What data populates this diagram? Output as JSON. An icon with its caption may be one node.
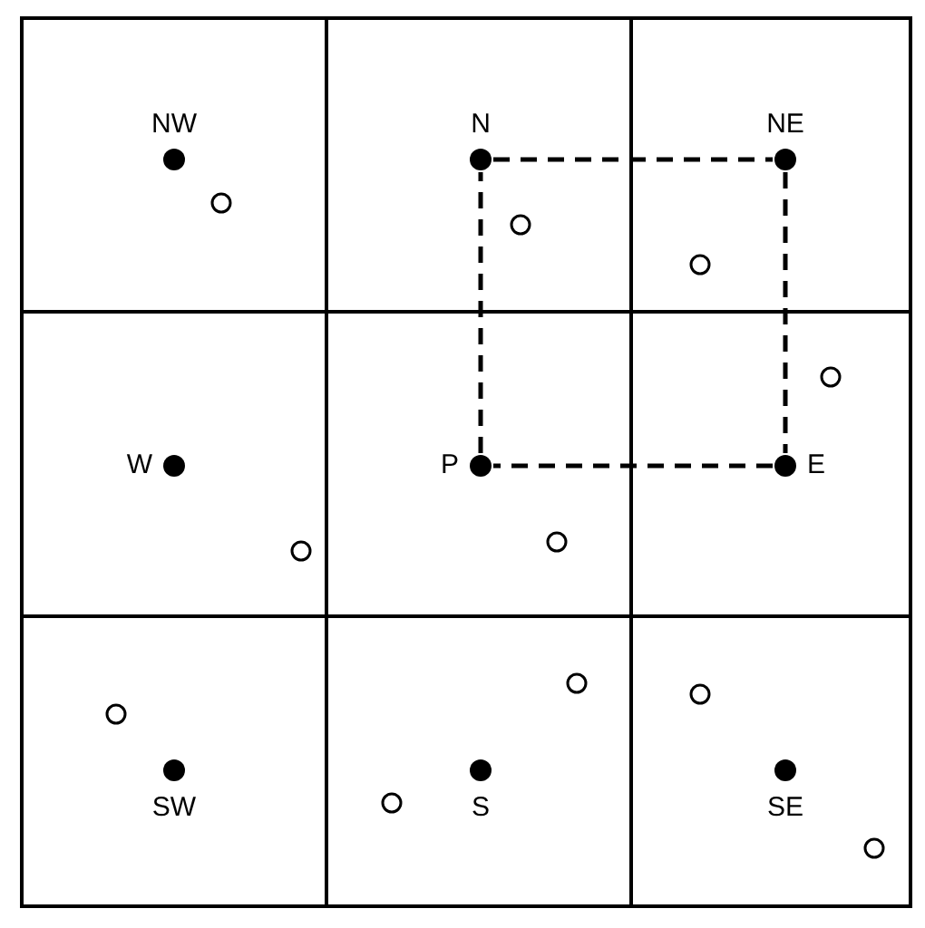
{
  "diagram": {
    "nodes": [
      {
        "text": [],
        "shape": "circle",
        "beside": [
          "NW"
        ]
      },
      {
        "text": [],
        "shape": "circle",
        "beside": [
          "N"
        ]
      },
      {
        "text": [],
        "shape": "circle",
        "beside": [
          "NE"
        ]
      },
      {
        "text": [],
        "shape": "circle",
        "beside": [
          "W"
        ]
      },
      {
        "text": [],
        "shape": "circle",
        "beside": [
          "P"
        ]
      },
      {
        "text": [],
        "shape": "circle",
        "beside": [
          "E"
        ]
      },
      {
        "text": [],
        "shape": "circle",
        "beside": [
          "SW"
        ]
      },
      {
        "text": [],
        "shape": "circle",
        "beside": [
          "S"
        ]
      },
      {
        "text": [],
        "shape": "circle",
        "beside": [
          "SE"
        ]
      }
    ],
    "edges": [
      {
        "from": 1,
        "to": 2,
        "arrow": "none",
        "style": "dashed"
      },
      {
        "from": 2,
        "to": 5,
        "arrow": "none",
        "style": "dashed"
      },
      {
        "from": 5,
        "to": 4,
        "arrow": "none",
        "style": "dashed"
      },
      {
        "from": 4,
        "to": 1,
        "arrow": "none",
        "style": "dashed"
      }
    ]
  }
}
